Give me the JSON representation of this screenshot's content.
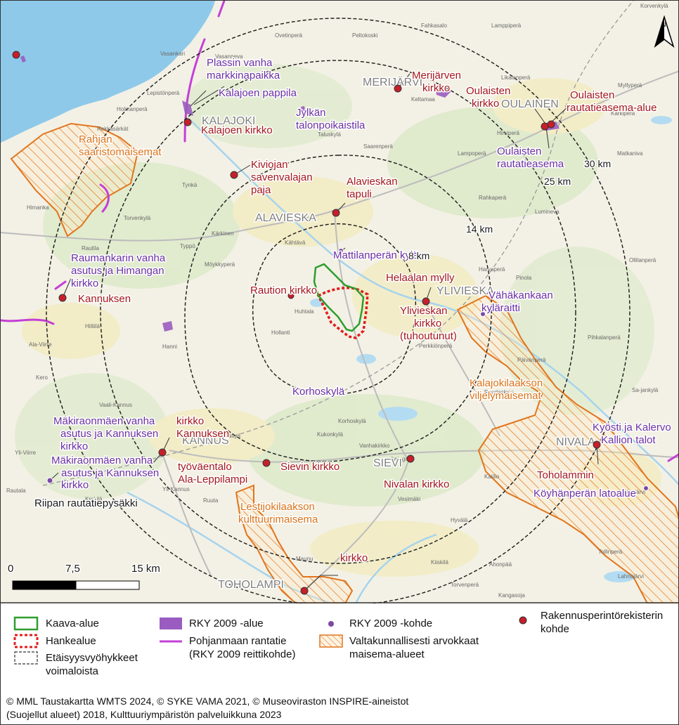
{
  "map": {
    "towns": [
      "KALAJOKI",
      "MERIJÄRVI",
      "OULAINEN",
      "ALAVIESKA",
      "YLIVIESKA",
      "NIVALA",
      "SIEVI",
      "KANNUS",
      "TOHOLAMPI"
    ],
    "rings": [
      "30 km",
      "25 km",
      "14 km",
      "8 km"
    ],
    "rky_kohde": [
      "Plassin vanha",
      "markkinapaikka",
      "Kalajoen pappila",
      "Jylkän",
      "talonpoikaistila",
      "Oulaisten",
      "rautatieasema",
      "Raumankarin vanha",
      "asutus ja Himangan",
      "kirkko",
      "Mattilanperän kylä",
      "Vähäkankaan",
      "kyläraitti",
      "Korhoskylä",
      "Mäkiraonmäen vanha",
      "asutus ja Kannuksen",
      "kirkko",
      "Mäkiraonmäen vanha",
      "asutus ja Kannuksen",
      "kirkko",
      "Kyösti ja Kalervo",
      "Kallion talot",
      "Köyhänperän latoalue"
    ],
    "rakennus": [
      "Merijärven",
      "kirkko",
      "Oulaisten",
      "kirkko",
      "Oulaisten",
      "rautatieasema-alue",
      "Kalajoen kirkko",
      "Kiviojan",
      "savenvalajan",
      "paja",
      "Alavieskan",
      "tapuli",
      "Helaalan mylly",
      "Raution kirkko",
      "Ylivieskan",
      "kirkko",
      "(tuhoutunut)",
      "Kannuksen",
      "kirkko",
      "Kannuksen",
      "työväentalo",
      "Ala-Leppilampi",
      "Sievin kirkko",
      "Nivalan kirkko",
      "Toholammin",
      "kirkko"
    ],
    "maisema": [
      "Rahjan",
      "saaristomaisemat",
      "Kalajokilaakson",
      "viljelymaisemat",
      "Lestijokilaakson",
      "kulttuurimaisema"
    ],
    "other": [
      "Riipan rautatiepysäkki"
    ],
    "villages": [
      "Vasankari",
      "Vasanneva",
      "Lepistönperä",
      "Holmanperä",
      "Rekkasärkät",
      "Ovetinperä",
      "Peltokoski",
      "Fahkasalo",
      "Lamppiperä",
      "Likalanperä",
      "Myllyperä",
      "Keltamaa",
      "Hirsiperä",
      "Karkiperä",
      "Taluskylä",
      "Saarenperä",
      "Matkaniva",
      "Lampoperä",
      "Tynkä",
      "Himanka",
      "Torvenkylä",
      "Rahkaperä",
      "Lumineva",
      "Kärkinen",
      "Kähtävä",
      "Typpö",
      "Rautila",
      "Möykkyperä",
      "Ollilanperä",
      "Harvaperä",
      "Pinola",
      "Huhtala",
      "Hollanti",
      "Perkkiönperä",
      "Pihkalanperä",
      "Päivänperä",
      "Hilliilä",
      "Ala-Viirre",
      "Hanni",
      "Raudaskylä",
      "Sa-jankylä",
      "Kero",
      "Vaali-Kannus",
      "Korhoskylä",
      "Kukonkylä",
      "Vanhakirkko",
      "Jyringa",
      "Rättyä",
      "Kaiilio",
      "Piipsjärvi",
      "Yli-Kannus",
      "Vesimäki",
      "Krekilä",
      "Ruuta",
      "Yli-Viirre",
      "Rautala",
      "Kiiskilä",
      "Ahonpää",
      "Maunu",
      "Tollinperä",
      "Torvenperä",
      "Hyvälä",
      "Kangasoja",
      "Lahnajärvi",
      "Korvenkylä"
    ],
    "scale": {
      "labels": [
        "0",
        "7,5",
        "15 km"
      ]
    },
    "north_label": "N"
  },
  "legend": {
    "kaava": "Kaava-alue",
    "hanke": "Hankealue",
    "etaisyys_1": "Etäisyysvyöhykkeet",
    "etaisyys_2": "voimaloista",
    "rky_alue": "RKY 2009 -alue",
    "rantatie_1": "Pohjanmaan rantatie",
    "rantatie_2": "(RKY 2009 reittikohde)",
    "rky_kohde": "RKY 2009 -kohde",
    "maisema_1": "Valtakunnallisesti arvokkaat",
    "maisema_2": "maisema-alueet",
    "rakennus_1": "Rakennusperintörekisterin",
    "rakennus_2": "kohde"
  },
  "credits": {
    "line1": "© MML Taustakartta WMTS 2024, © SYKE VAMA 2021, © Museoviraston INSPIRE-aineistot",
    "line2": "(Suojellut alueet) 2018, Kulttuuriympäristön palveluikkuna 2023"
  },
  "colors": {
    "sea": "#8ec9ea",
    "land": "#f3f1e5",
    "forest": "#d9e7c4",
    "field": "#f2ecc4",
    "kaava": "#2e9e2e",
    "hanke": "#e21b1b",
    "rky_alue": "#9a5cc0",
    "rantatie": "#c43fd6",
    "rakennus": "#c71f2a",
    "maisema": "#e2751e"
  }
}
